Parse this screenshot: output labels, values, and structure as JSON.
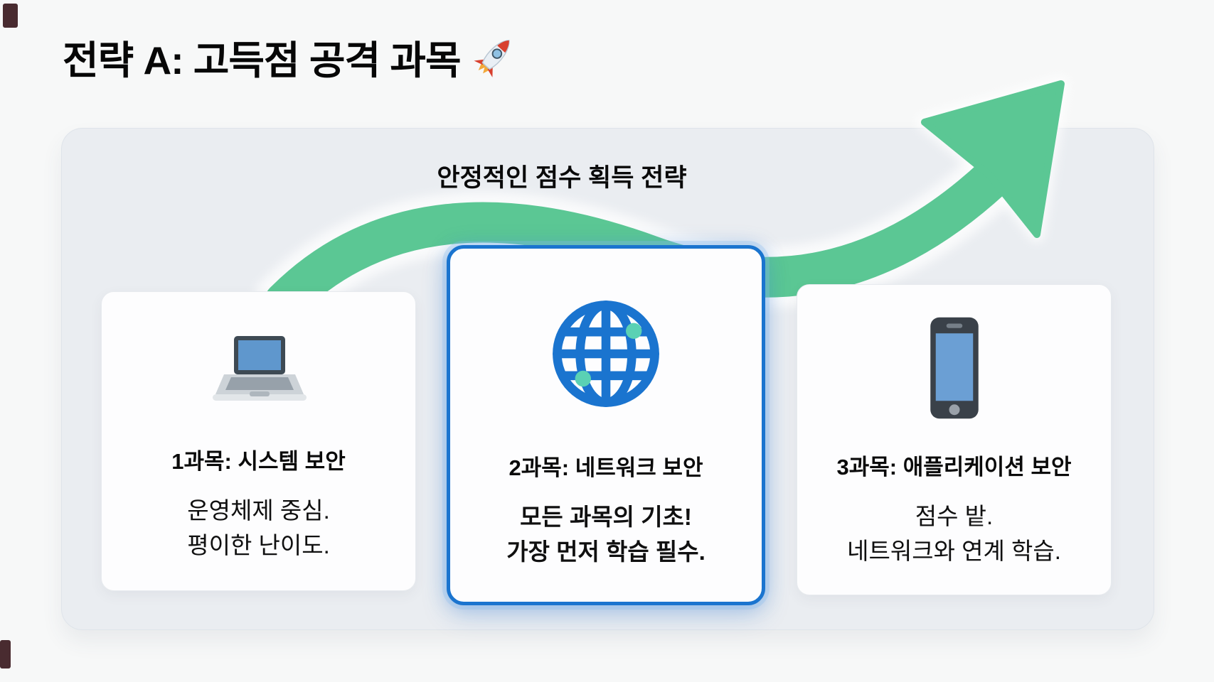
{
  "title": "전략 A: 고득점 공격 과목",
  "title_emoji": "🚀",
  "panel": {
    "strategy_label": "안정적인 점수 획득 전략",
    "cards": [
      {
        "icon": "laptop-icon",
        "title": "1과목: 시스템 보안",
        "lines": [
          "운영체제 중심.",
          "평이한 난이도."
        ],
        "highlighted": false
      },
      {
        "icon": "globe-network-icon",
        "title": "2과목: 네트워크 보안",
        "lines": [
          "모든 과목의 기초!",
          "가장 먼저 학습 필수."
        ],
        "highlighted": true
      },
      {
        "icon": "smartphone-icon",
        "title": "3과목: 애플리케이션 보안",
        "lines": [
          "점수 밭.",
          "네트워크와 연계 학습."
        ],
        "highlighted": false
      }
    ]
  },
  "colors": {
    "page_bg": "#f7f8f8",
    "panel_bg": "#eaedf1",
    "card_bg": "#fdfdfe",
    "highlight_blue": "#1a74cf",
    "arrow_green": "#5bc794",
    "text": "#0c0c0c"
  }
}
